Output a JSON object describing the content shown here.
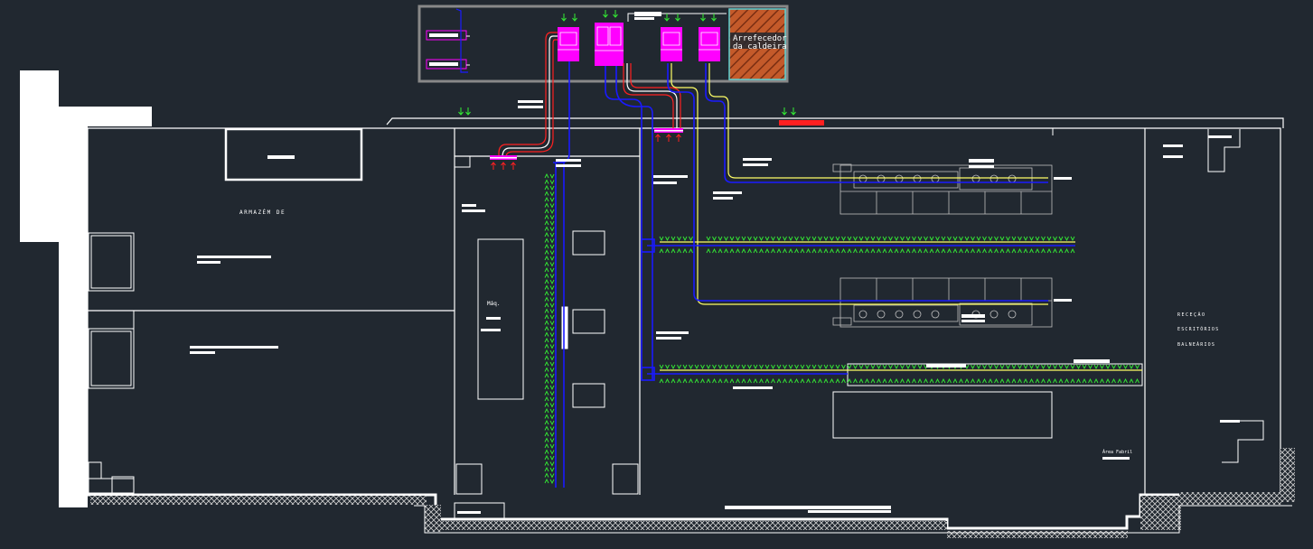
{
  "drawing": {
    "labels": {
      "chiller_room": "Arrefecedor",
      "chiller_room_line2": "da caldeira",
      "warehouse": "ARMAZÉM DE",
      "machine": "Máq.",
      "reception": "RECEÇÃO",
      "offices": "ESCRITÓRIOS",
      "changing_rooms": "BALNEÁRIOS",
      "area": "Área Fabril"
    },
    "colors": {
      "background": "#212830",
      "walls": "#ffffff",
      "chiller_units": "#ff00ff",
      "water_main": "#1a1aff",
      "supply_line": "#ffff66",
      "hot_line": "#ff2020",
      "diffusers": "#33ee33",
      "hatch_fill": "#c45a2a",
      "plant_room_border": "#888888"
    },
    "icons": {
      "diffuser": "green-arrow-icon",
      "unit": "chiller-unit-icon"
    }
  }
}
